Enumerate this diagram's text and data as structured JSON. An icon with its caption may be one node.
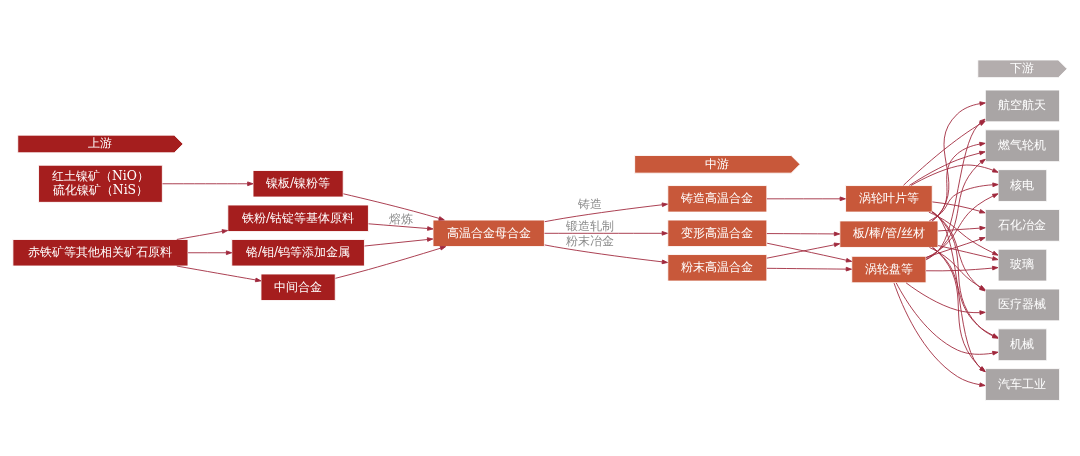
{
  "diagram": {
    "nodes": [
      {
        "text": [
          "上游"
        ]
      },
      {
        "text": [
          "中游"
        ]
      },
      {
        "text": [
          "下游"
        ]
      },
      {
        "text": [
          "红土镍矿（NiO）",
          "硫化镍矿（NiS）"
        ]
      },
      {
        "text": [
          "赤铁矿等其他相关矿石原料"
        ]
      },
      {
        "text": [
          "镍板/镍粉等"
        ]
      },
      {
        "text": [
          "铁粉/钴锭等基体原料"
        ]
      },
      {
        "text": [
          "铬/钼/钨等添加金属"
        ]
      },
      {
        "text": [
          "中间合金"
        ]
      },
      {
        "text": [
          "高温合金母合金"
        ]
      },
      {
        "text": [
          "铸造高温合金"
        ]
      },
      {
        "text": [
          "变形高温合金"
        ]
      },
      {
        "text": [
          "粉末高温合金"
        ]
      },
      {
        "text": [
          "涡轮叶片等"
        ]
      },
      {
        "text": [
          "板/棒/管/丝材"
        ]
      },
      {
        "text": [
          "涡轮盘等"
        ]
      },
      {
        "text": [
          "航空航天"
        ]
      },
      {
        "text": [
          "燃气轮机"
        ]
      },
      {
        "text": [
          "核电"
        ]
      },
      {
        "text": [
          "石化冶金"
        ]
      },
      {
        "text": [
          "玻璃"
        ]
      },
      {
        "text": [
          "医疗器械"
        ]
      },
      {
        "text": [
          "机械"
        ]
      },
      {
        "text": [
          "汽车工业"
        ]
      }
    ],
    "edges": [
      {
        "from": 3,
        "to": 5,
        "arrow": "to"
      },
      {
        "from": 4,
        "to": 6,
        "arrow": "to"
      },
      {
        "from": 4,
        "to": 7,
        "arrow": "to"
      },
      {
        "from": 4,
        "to": 8,
        "arrow": "to"
      },
      {
        "from": 5,
        "to": 9,
        "arrow": "to"
      },
      {
        "from": 6,
        "to": 9,
        "arrow": "to",
        "label": "熔炼"
      },
      {
        "from": 7,
        "to": 9,
        "arrow": "to"
      },
      {
        "from": 8,
        "to": 9,
        "arrow": "to"
      },
      {
        "from": 9,
        "to": 10,
        "arrow": "to",
        "label": "铸造"
      },
      {
        "from": 9,
        "to": 11,
        "arrow": "to",
        "label": "锻造轧制"
      },
      {
        "from": 9,
        "to": 12,
        "arrow": "to",
        "label": "粉末冶金"
      },
      {
        "from": 10,
        "to": 13,
        "arrow": "to"
      },
      {
        "from": 11,
        "to": 14,
        "arrow": "to"
      },
      {
        "from": 11,
        "to": 15,
        "arrow": "to"
      },
      {
        "from": 12,
        "to": 14,
        "arrow": "to"
      },
      {
        "from": 12,
        "to": 15,
        "arrow": "to"
      },
      {
        "from": 13,
        "to": 16,
        "arrow": "to"
      },
      {
        "from": 13,
        "to": 17,
        "arrow": "to"
      },
      {
        "from": 13,
        "to": 18,
        "arrow": "to"
      },
      {
        "from": 13,
        "to": 19,
        "arrow": "to"
      },
      {
        "from": 13,
        "to": 20,
        "arrow": "to"
      },
      {
        "from": 13,
        "to": 21,
        "arrow": "to"
      },
      {
        "from": 13,
        "to": 22,
        "arrow": "to"
      },
      {
        "from": 13,
        "to": 23,
        "arrow": "to"
      },
      {
        "from": 14,
        "to": 16,
        "arrow": "to"
      },
      {
        "from": 14,
        "to": 17,
        "arrow": "to"
      },
      {
        "from": 14,
        "to": 18,
        "arrow": "to"
      },
      {
        "from": 14,
        "to": 19,
        "arrow": "to"
      },
      {
        "from": 14,
        "to": 20,
        "arrow": "to"
      },
      {
        "from": 14,
        "to": 21,
        "arrow": "to"
      },
      {
        "from": 14,
        "to": 22,
        "arrow": "to"
      },
      {
        "from": 14,
        "to": 23,
        "arrow": "to"
      },
      {
        "from": 15,
        "to": 16,
        "arrow": "to"
      },
      {
        "from": 15,
        "to": 17,
        "arrow": "to"
      },
      {
        "from": 15,
        "to": 18,
        "arrow": "to"
      },
      {
        "from": 15,
        "to": 19,
        "arrow": "to"
      },
      {
        "from": 15,
        "to": 20,
        "arrow": "to"
      },
      {
        "from": 15,
        "to": 21,
        "arrow": "to"
      },
      {
        "from": 15,
        "to": 22,
        "arrow": "to"
      },
      {
        "from": 15,
        "to": 23,
        "arrow": "to"
      }
    ]
  }
}
